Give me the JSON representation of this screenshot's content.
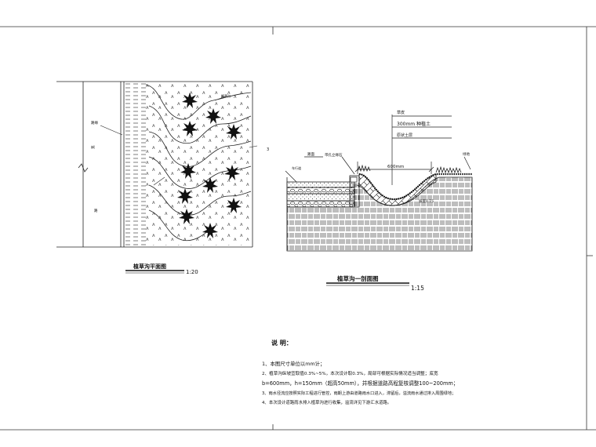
{
  "plan": {
    "title": "植草沟平面图",
    "scale": "1:20",
    "label_left": "路缘",
    "label_dim": "宽",
    "label_lower": "路",
    "label_right": "3",
    "label_grass": "植草沟"
  },
  "section": {
    "title": "植草沟一剖面图",
    "scale": "1:15",
    "leader_1": "草皮",
    "leader_2": "300mm 种植土",
    "leader_3": "原状土层",
    "label_curb": "带孔立缘石",
    "label_road": "路面",
    "label_road2": "车行道",
    "label_green": "绿地",
    "dim_width": "600mm",
    "slope": "坡度0.15"
  },
  "notes": {
    "heading": "说 明：",
    "line1": "1、本图尺寸单位以mm计；",
    "line2": "2、植草沟纵坡宜取值0.3%~5%，本次设计取0.3%，局部可根据实际情况适当调整；底宽",
    "line3": "b=600mm，h=150mm（超高50mm），并根据道路高程复核调整100~200mm；",
    "line4": "3、雨水径流应按照实际工程进行管控，雨期上游由道路雨水口进入，滞留后，溢流雨水通过排入周围绿地；",
    "line5": "4、本次设计道路雨水排入植草沟进行收集，溢流详见下游汇水道路。"
  }
}
